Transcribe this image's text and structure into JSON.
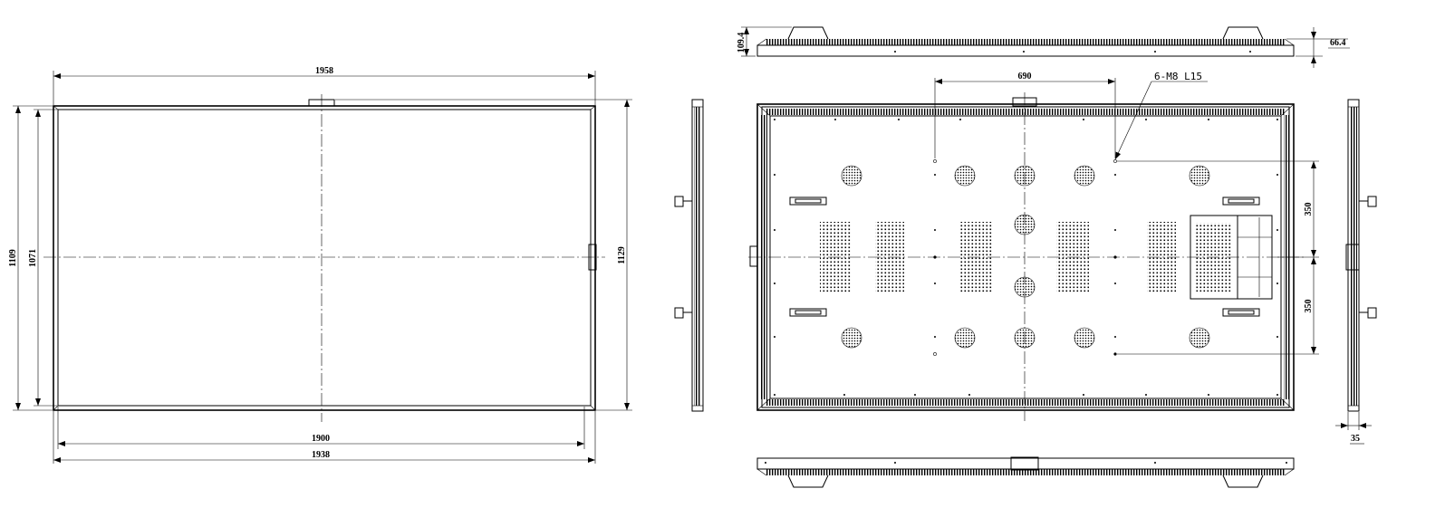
{
  "front_view": {
    "dim_top": "1958",
    "dim_bottom_inner": "1900",
    "dim_bottom_outer": "1938",
    "dim_left_outer": "1109",
    "dim_left_inner": "1071",
    "dim_right": "1129"
  },
  "top_view": {
    "dim_height": "109.4",
    "dim_depth": "66.4"
  },
  "rear_view": {
    "dim_hole_spacing": "690",
    "hole_note": "6-M8  L15",
    "dim_upper": "350",
    "dim_lower": "350"
  },
  "side_view": {
    "dim_thickness": "35"
  }
}
